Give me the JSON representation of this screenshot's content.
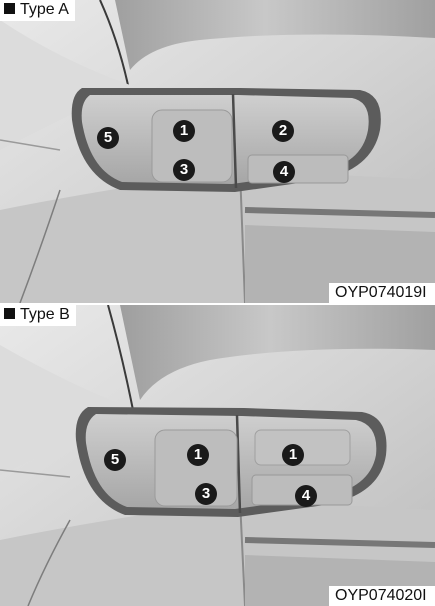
{
  "panels": [
    {
      "label": "Type A",
      "code": "OYP074019I",
      "callouts": [
        "5",
        "1",
        "3",
        "2",
        "4"
      ]
    },
    {
      "label": "Type B",
      "code": "OYP074020I",
      "callouts": [
        "5",
        "1",
        "3",
        "1",
        "4"
      ]
    }
  ]
}
